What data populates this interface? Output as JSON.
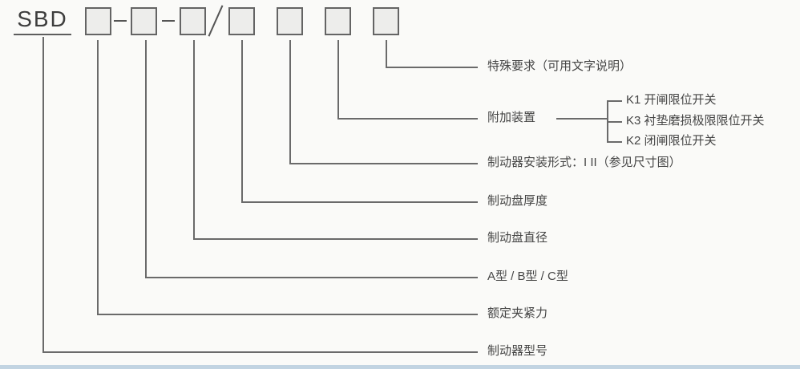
{
  "code": {
    "prefix": "SBD",
    "box_count": 7,
    "separators": [
      "-",
      "-",
      "/"
    ]
  },
  "rows": [
    {
      "label": "特殊要求（可用文字说明）"
    },
    {
      "label": "附加装置",
      "options": [
        {
          "text": "K1 开闸限位开关"
        },
        {
          "text": "K3 衬垫磨损极限限位开关"
        },
        {
          "text": "K2 闭闸限位开关"
        }
      ]
    },
    {
      "label": "制动器安装形式：I II（参见尺寸图）"
    },
    {
      "label": "制动盘厚度"
    },
    {
      "label": "制动盘直径"
    },
    {
      "label": "A型 / B型 / C型"
    },
    {
      "label": "额定夹紧力"
    },
    {
      "label": "制动器型号"
    }
  ],
  "colors": {
    "background": "#fafaf8",
    "line": "#6a6a6a",
    "text": "#454545",
    "box_fill": "#ededeb",
    "box_border": "#646464",
    "footer_strip": "#c2d4e2"
  }
}
